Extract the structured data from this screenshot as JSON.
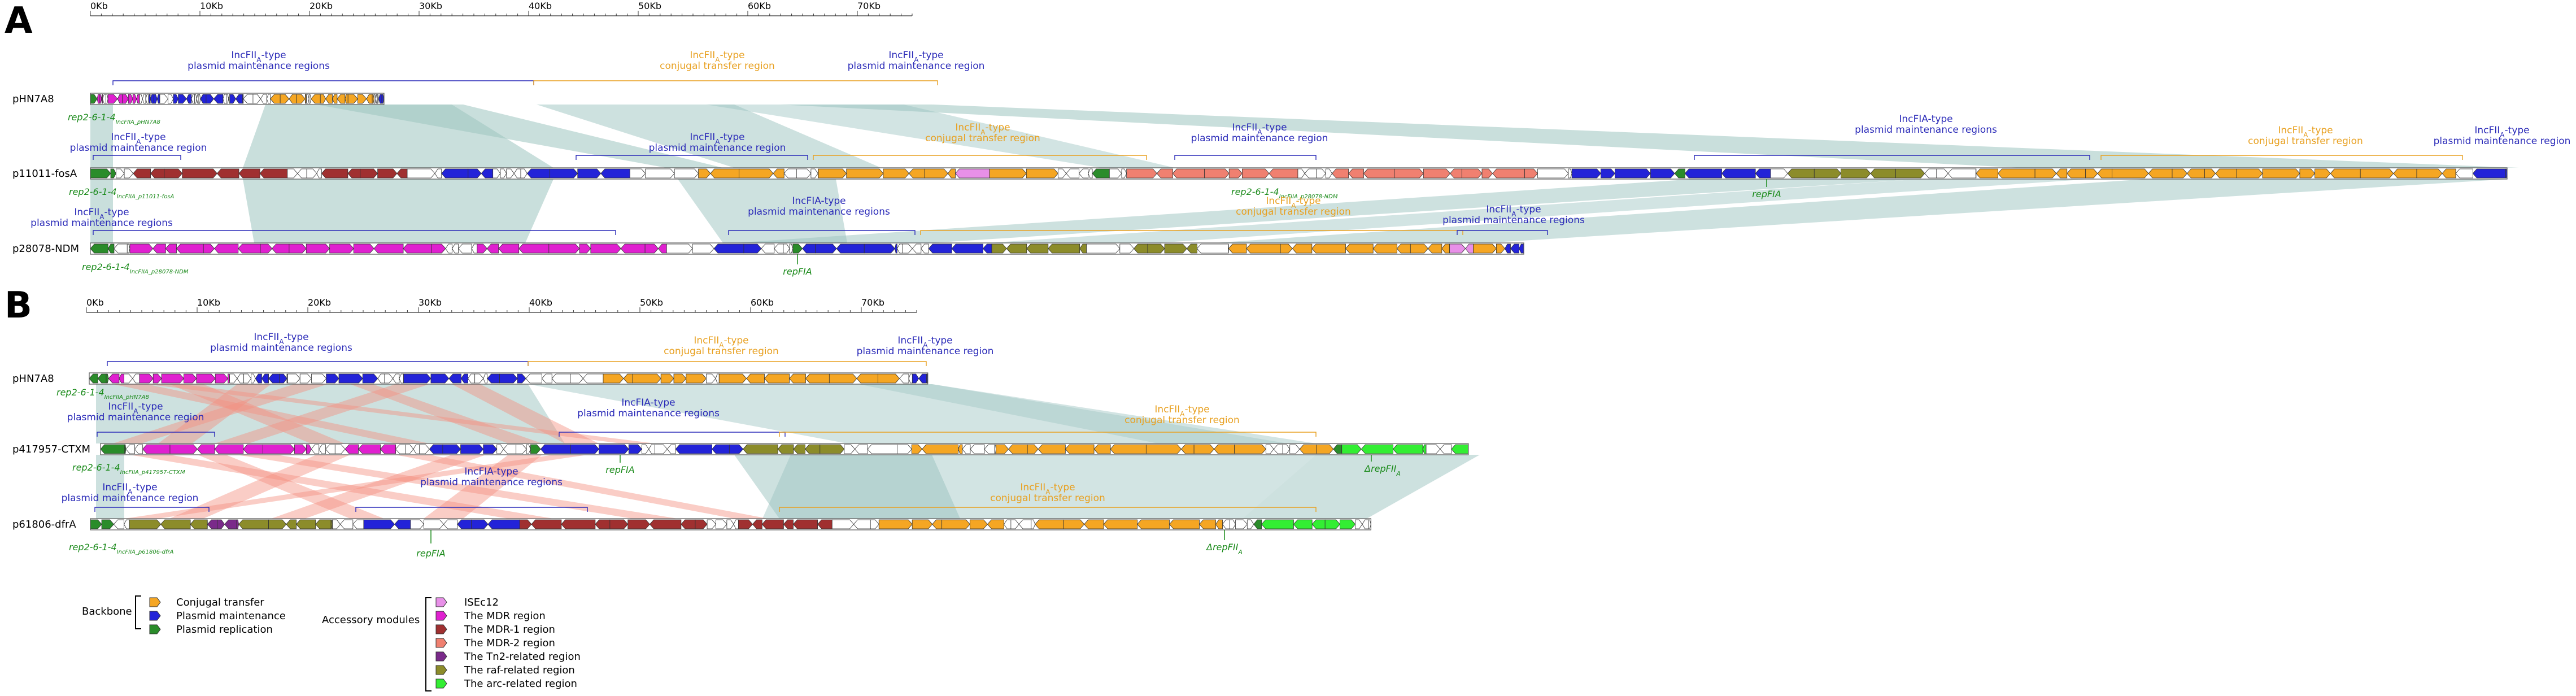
{
  "colors": {
    "conjugal": "#f5a623",
    "maintenance": "#2323d8",
    "replication": "#2a8c2a",
    "isec12": "#e890e8",
    "mdr": "#e020d0",
    "mdr1": "#a03030",
    "mdr2": "#f08070",
    "tn2": "#7a2a8a",
    "raf": "#8c8c2a",
    "arc": "#33ee33",
    "homology": "#9cc4c0",
    "inverted": "#f49080",
    "region_blue": "#2a2ab8",
    "region_orange": "#e8a020",
    "italic_green": "#1a8a1a"
  },
  "panels": [
    {
      "letter": "A",
      "ruler": {
        "ticks": [
          "0Kb",
          "10Kb",
          "20Kb",
          "30Kb",
          "40Kb",
          "50Kb",
          "60Kb",
          "70Kb"
        ]
      },
      "plasmids": [
        {
          "name": "pHN7A8",
          "rep_label": "rep2-6-1-4",
          "rep_sub": "IncFIIA_pHN7A8",
          "regions": [
            {
              "line1": "IncFII",
              "sub": "A",
              "line2": "-type",
              "line3": "plasmid maintenance regions",
              "color": "blue"
            },
            {
              "line1": "IncFII",
              "sub": "A",
              "line2": "-type",
              "line3": "conjugal transfer region",
              "color": "orange"
            },
            {
              "line1": "IncFII",
              "sub": "A",
              "line2": "-type",
              "line3": "plasmid maintenance region",
              "color": "blue"
            }
          ]
        },
        {
          "name": "p11011-fosA",
          "rep_label": "rep2-6-1-4",
          "rep_sub": "IncFIIA_p11011-fosA",
          "rep_label2": "rep2-6-1-4",
          "rep_sub2": "IncFIIA_p28078-NDM",
          "repfia": "repFIA",
          "regions": [
            {
              "line1": "IncFII",
              "sub": "A",
              "line2": "-type",
              "line3": "plasmid maintenance region",
              "color": "blue"
            },
            {
              "line1": "IncFII",
              "sub": "A",
              "line2": "-type",
              "line3": "plasmid maintenance region",
              "color": "blue"
            },
            {
              "line1": "IncFII",
              "sub": "A",
              "line2": "-type",
              "line3": "conjugal transfer region",
              "color": "orange"
            },
            {
              "line1": "IncFII",
              "sub": "A",
              "line2": "-type",
              "line3": "plasmid maintenance region",
              "color": "blue"
            },
            {
              "line1": "IncFIA-type",
              "sub": "",
              "line2": "",
              "line3": "plasmid maintenance regions",
              "color": "blue"
            },
            {
              "line1": "IncFII",
              "sub": "A",
              "line2": "-type",
              "line3": "conjugal transfer region",
              "color": "orange"
            },
            {
              "line1": "IncFII",
              "sub": "A",
              "line2": "-type",
              "line3": "plasmid maintenance region",
              "color": "blue"
            }
          ]
        },
        {
          "name": "p28078-NDM",
          "rep_label": "rep2-6-1-4",
          "rep_sub": "IncFIIA_p28078-NDM",
          "repfia": "repFIA",
          "regions": [
            {
              "line1": "IncFII",
              "sub": "A",
              "line2": "-type",
              "line3": "plasmid maintenance regions",
              "color": "blue"
            },
            {
              "line1": "IncFIA-type",
              "sub": "",
              "line2": "",
              "line3": "plasmid maintenance regions",
              "color": "blue"
            },
            {
              "line1": "IncFII",
              "sub": "A",
              "line2": "-type",
              "line3": "conjugal transfer region",
              "color": "orange"
            },
            {
              "line1": "IncFII",
              "sub": "A",
              "line2": "-type",
              "line3": "plasmid maintenance regions",
              "color": "blue"
            }
          ]
        }
      ]
    },
    {
      "letter": "B",
      "ruler": {
        "ticks": [
          "0Kb",
          "10Kb",
          "20Kb",
          "30Kb",
          "40Kb",
          "50Kb",
          "60Kb",
          "70Kb"
        ]
      },
      "plasmids": [
        {
          "name": "pHN7A8",
          "rep_label": "rep2-6-1-4",
          "rep_sub": "IncFIIA_pHN7A8",
          "regions": [
            {
              "line1": "IncFII",
              "sub": "A",
              "line2": "-type",
              "line3": "plasmid maintenance regions",
              "color": "blue"
            },
            {
              "line1": "IncFII",
              "sub": "A",
              "line2": "-type",
              "line3": "conjugal transfer region",
              "color": "orange"
            },
            {
              "line1": "IncFII",
              "sub": "A",
              "line2": "-type",
              "line3": "plasmid maintenance region",
              "color": "blue"
            }
          ]
        },
        {
          "name": "p417957-CTXM",
          "rep_label": "rep2-6-1-4",
          "rep_sub": "IncFIIA_p417957-CTXM",
          "repfia": "repFIA",
          "delta": "ΔrepFII",
          "delta_sub": "A",
          "regions": [
            {
              "line1": "IncFII",
              "sub": "A",
              "line2": "-type",
              "line3": "plasmid maintenance region",
              "color": "blue"
            },
            {
              "line1": "IncFIA-type",
              "sub": "",
              "line2": "",
              "line3": "plasmid maintenance regions",
              "color": "blue"
            },
            {
              "line1": "IncFII",
              "sub": "A",
              "line2": "-type",
              "line3": "conjugal transfer region",
              "color": "orange"
            }
          ]
        },
        {
          "name": "p61806-dfrA",
          "rep_label": "rep2-6-1-4",
          "rep_sub": "IncFIIA_p61806-dfrA",
          "repfia": "repFIA",
          "delta": "ΔrepFII",
          "delta_sub": "A",
          "regions": [
            {
              "line1": "IncFII",
              "sub": "A",
              "line2": "-type",
              "line3": "plasmid maintenance region",
              "color": "blue"
            },
            {
              "line1": "IncFIA-type",
              "sub": "",
              "line2": "",
              "line3": "plasmid maintenance regions",
              "color": "blue"
            },
            {
              "line1": "IncFII",
              "sub": "A",
              "line2": "-type",
              "line3": "conjugal transfer region",
              "color": "orange"
            }
          ]
        }
      ]
    }
  ],
  "legend": {
    "backbone_title": "Backbone",
    "backbone": [
      {
        "label": "Conjugal transfer",
        "key": "conjugal"
      },
      {
        "label": "Plasmid maintenance",
        "key": "maintenance"
      },
      {
        "label": "Plasmid replication",
        "key": "replication"
      }
    ],
    "accessory_title": "Accessory modules",
    "accessory": [
      {
        "label": "ISEc12",
        "key": "isec12"
      },
      {
        "label": "The MDR region",
        "key": "mdr"
      },
      {
        "label": "The MDR-1 region",
        "key": "mdr1"
      },
      {
        "label": "The MDR-2 region",
        "key": "mdr2"
      },
      {
        "label": "The Tn2-related region",
        "key": "tn2"
      },
      {
        "label": "The raf-related region",
        "key": "raf"
      },
      {
        "label": "The arc-related region",
        "key": "arc"
      }
    ]
  }
}
